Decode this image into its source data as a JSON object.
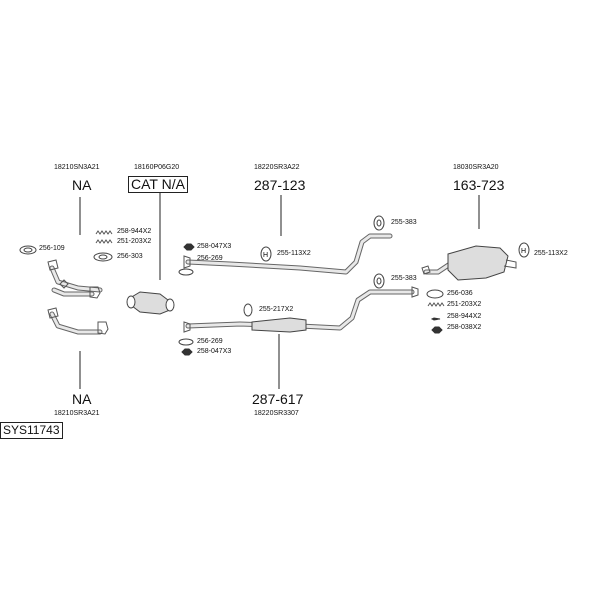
{
  "oem_codes": {
    "front_pipe_top": "18210SN3A21",
    "catalyst": "18160P06G20",
    "middle_top": "18220SR3A22",
    "rear_silencer": "18030SR3A20",
    "front_pipe_bottom": "18210SR3A21",
    "middle_bottom": "18220SR3307"
  },
  "refs": {
    "front_pipe_top": "NA",
    "catalyst": "CAT N/A",
    "middle_top": "287-123",
    "rear_silencer": "163-723",
    "front_pipe_bottom": "NA",
    "middle_bottom": "287-617"
  },
  "parts": {
    "p256_109": "256-109",
    "p258_944x2_a": "258-944X2",
    "p251_203x2_a": "251-203X2",
    "p256_303": "256-303",
    "p258_047x3_a": "258-047X3",
    "p256_269_a": "256-269",
    "p255_113x2_a": "255-113X2",
    "p255_383_a": "255-383",
    "p255_113x2_b": "255-113X2",
    "p255_383_b": "255-383",
    "p256_036": "256-036",
    "p251_203x2_b": "251-203X2",
    "p258_944x2_b": "258-944X2",
    "p258_038x2": "258-038X2",
    "p255_217x2": "255-217X2",
    "p256_269_b": "256-269",
    "p258_047x3_b": "258-047X3"
  },
  "system_code": "SYS11743"
}
